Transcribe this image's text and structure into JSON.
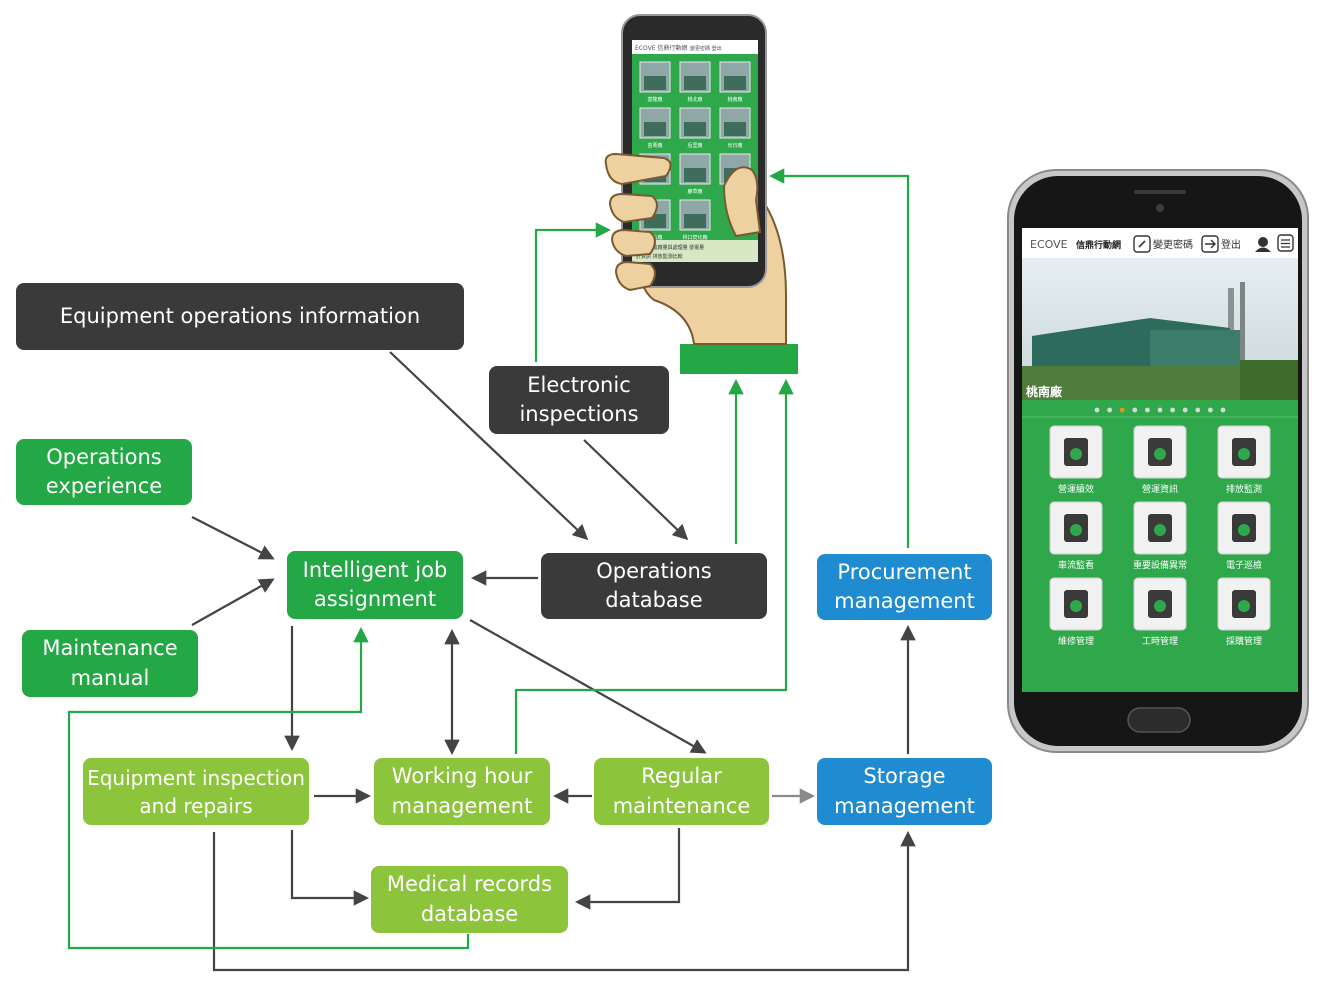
{
  "nodes": {
    "equip_ops_info": "Equipment operations information",
    "electronic_inspections": "Electronic\ninspections",
    "ops_experience": "Operations\nexperience",
    "maint_manual": "Maintenance\nmanual",
    "intelligent_job": "Intelligent job\nassignment",
    "ops_database": "Operations\ndatabase",
    "procurement": "Procurement\nmanagement",
    "equip_inspection": "Equipment inspection\nand repairs",
    "working_hour": "Working hour\nmanagement",
    "regular_maint": "Regular\nmaintenance",
    "storage": "Storage\nmanagement",
    "medical_records": "Medical records\ndatabase"
  },
  "phone_left": {
    "app_brand": "ECOVE",
    "app_title": "信鼎行動網",
    "header_items": [
      "變更密碼",
      "登出"
    ],
    "plants": [
      "基隆廠",
      "桃北廠",
      "桃南廠",
      "苗栗廠",
      "后里廠",
      "烏日廠",
      "",
      "鹿草廠",
      "",
      "岡山廠",
      "林口焚化廠"
    ],
    "menu_items": [
      "計資訊",
      "進廠量與處理量",
      "發電量",
      "計資訊",
      "排放監測比較"
    ]
  },
  "phone_right": {
    "app_brand": "ECOVE",
    "app_title": "信鼎行動網",
    "change_password": "變更密碼",
    "logout": "登出",
    "banner_caption": "桃南廠",
    "icons": [
      {
        "label": "營運績效",
        "icon": "medal-icon"
      },
      {
        "label": "營運資訊",
        "icon": "chart-icon"
      },
      {
        "label": "排放監測",
        "icon": "factory-icon"
      },
      {
        "label": "車流監看",
        "icon": "truck-icon"
      },
      {
        "label": "重要設備異常",
        "icon": "warning-icon"
      },
      {
        "label": "電子巡檢",
        "icon": "tablet-icon"
      },
      {
        "label": "維修管理",
        "icon": "tools-icon"
      },
      {
        "label": "工時管理",
        "icon": "clipboard-clock-icon"
      },
      {
        "label": "採購管理",
        "icon": "invoice-icon"
      }
    ]
  },
  "colors": {
    "dark": "#3a3a3a",
    "green": "#23a845",
    "lime": "#8cc43c",
    "blue": "#1f8bd0",
    "arrow_dark": "#444444",
    "arrow_green": "#23a845",
    "arrow_gray": "#8a8a8a"
  }
}
